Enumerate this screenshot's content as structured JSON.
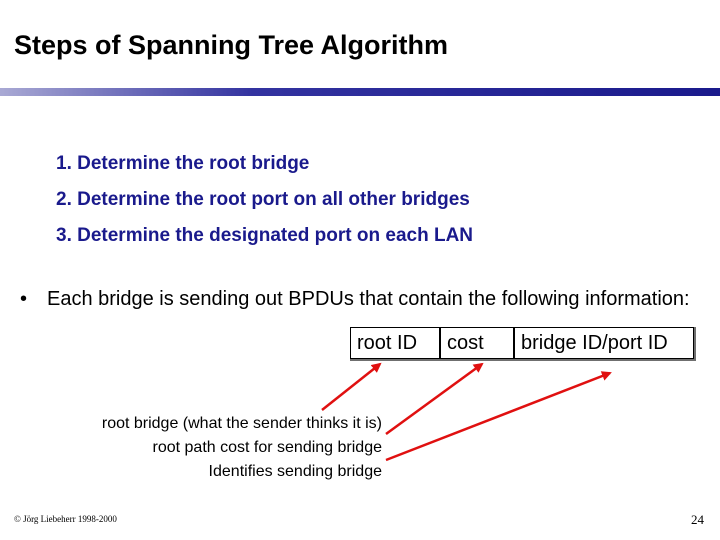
{
  "slide": {
    "title": "Steps of Spanning Tree Algorithm",
    "steps": [
      "1. Determine the root bridge",
      "2. Determine the root port on all other bridges",
      "3. Determine the designated port on each LAN"
    ],
    "bullet_marker": "•",
    "bullet_text": "Each bridge is sending out BPDUs that contain the following information:",
    "bpdu_fields": [
      "root ID",
      "cost",
      "bridge ID/port ID"
    ],
    "explanations": [
      "root bridge (what the sender thinks it is)",
      "root path cost for sending bridge",
      "Identifies sending bridge"
    ],
    "footer": "© Jörg Liebeherr 1998-2000",
    "page_number": "24"
  },
  "colors": {
    "steps_text": "#1a1a8c",
    "arrows": "#e01010",
    "title_rule": "#1a1a8c"
  }
}
